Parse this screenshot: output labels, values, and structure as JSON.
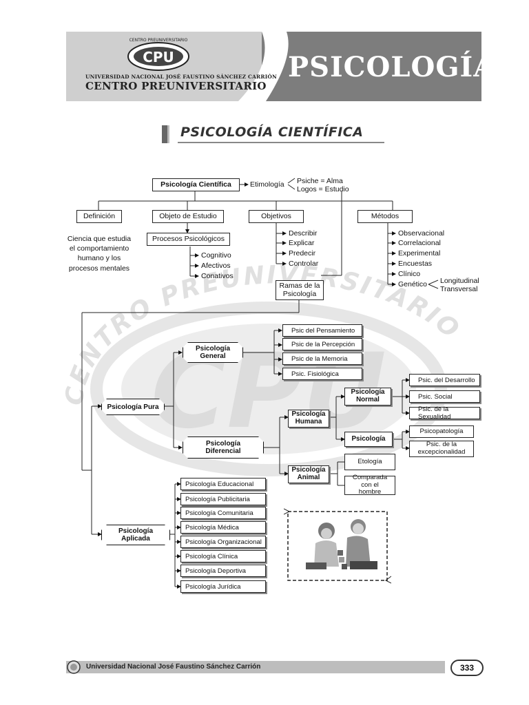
{
  "header": {
    "logo_arc_text": "CENTRO PREUNIVERSITARIO",
    "logo_text": "CPU",
    "university": "UNIVERSIDAD NACIONAL JOSÉ FAUSTINO SÁNCHEZ CARRIÓN",
    "center": "CENTRO PREUNIVERSITARIO",
    "subject": "PSICOLOGÍA"
  },
  "page_title": "PSICOLOGÍA CIENTÍFICA",
  "watermark": {
    "arc_text": "CENTRO PREUNIVERSITARIO",
    "logo": "CPU"
  },
  "diagram": {
    "root": "Psicología Científica",
    "etimologia": "Etimología",
    "psiche": "Psiche = Alma",
    "logos": "Logos = Estudio",
    "definicion": "Definición",
    "definicion_text": [
      "Ciencia que estudia",
      "el comportamiento",
      "humano y los",
      "procesos mentales"
    ],
    "objeto": "Objeto de Estudio",
    "procesos": "Procesos Psicológicos",
    "procesos_items": [
      "Cognitivo",
      "Afectivos",
      "Conativos"
    ],
    "objetivos": "Objetivos",
    "objetivos_items": [
      "Describir",
      "Explicar",
      "Predecir",
      "Controlar"
    ],
    "metodos": "Métodos",
    "metodos_items": [
      "Observacional",
      "Correlacional",
      "Experimental",
      "Encuestas",
      "Clínico",
      "Genético"
    ],
    "genetico_items": [
      "Longitudinal",
      "Transversal"
    ],
    "ramas": "Ramas de la Psicología",
    "pura": "Psicología Pura",
    "general": "Psicología General",
    "general_items": [
      "Psic del Pensamiento",
      "Psic de la Percepción",
      "Psic de la Memoria",
      "Psic. Fisiológica"
    ],
    "diferencial": "Psicología Diferencial",
    "humana": "Psicología Humana",
    "animal": "Psicología Animal",
    "normal": "Psicología Normal",
    "normal_items": [
      "Psic. del  Desarrollo",
      "Psic. Social",
      "Psic. de la Sexualidad"
    ],
    "anormal": "Psicología",
    "anormal_items": [
      "Psicopatología",
      "Psic. de la excepcionalidad"
    ],
    "animal_items": [
      "Etología",
      "Comparada con el hombre"
    ],
    "aplicada": "Psicología Aplicada",
    "aplicada_items": [
      "Psicología Educacional",
      "Psicología Publicitaria",
      "Psicología Comunitaria",
      "Psicología Médica",
      "Psicología Organizacional",
      "Psicología Clínica",
      "Psicología Deportiva",
      "Psicología Jurídica"
    ]
  },
  "footer": {
    "university": "Universidad Nacional José Faustino Sánchez Carrión",
    "page": "333"
  },
  "colors": {
    "header_light": "#cfcfcf",
    "header_dark": "#7d7d7d",
    "watermark": "#e2e2e2"
  }
}
